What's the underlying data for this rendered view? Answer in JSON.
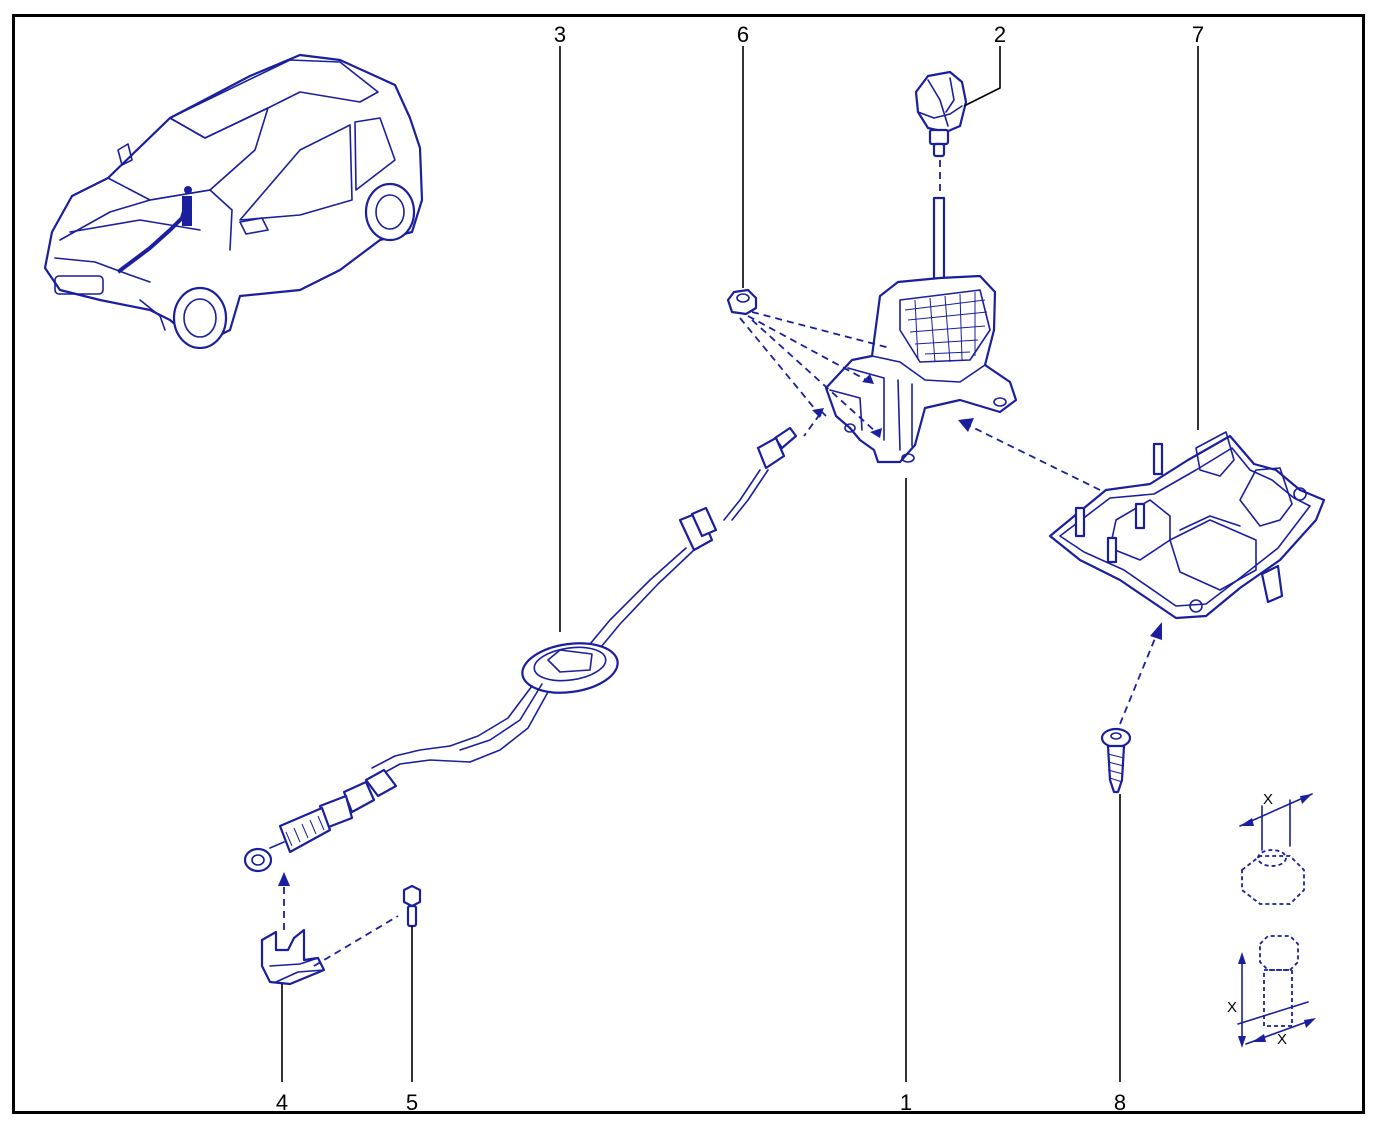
{
  "colors": {
    "line": "#1a1f9e",
    "fill": "#ffffff",
    "callout": "#000000",
    "frame": "#000000"
  },
  "callouts": [
    {
      "label": "1",
      "part": "gear-shift-lever-assembly"
    },
    {
      "label": "2",
      "part": "shift-knob"
    },
    {
      "label": "3",
      "part": "gear-shift-cable"
    },
    {
      "label": "4",
      "part": "cable-bracket"
    },
    {
      "label": "5",
      "part": "bracket-bolt"
    },
    {
      "label": "6",
      "part": "nut"
    },
    {
      "label": "7",
      "part": "lever-mounting-base"
    },
    {
      "label": "8",
      "part": "base-screw"
    }
  ],
  "dimension_marks": {
    "nut_x": "X",
    "bolt_x_left": "X",
    "bolt_x_bottom": "X"
  },
  "icons": [
    "vehicle-overview-icon",
    "nut-dimension-icon",
    "bolt-dimension-icon"
  ]
}
